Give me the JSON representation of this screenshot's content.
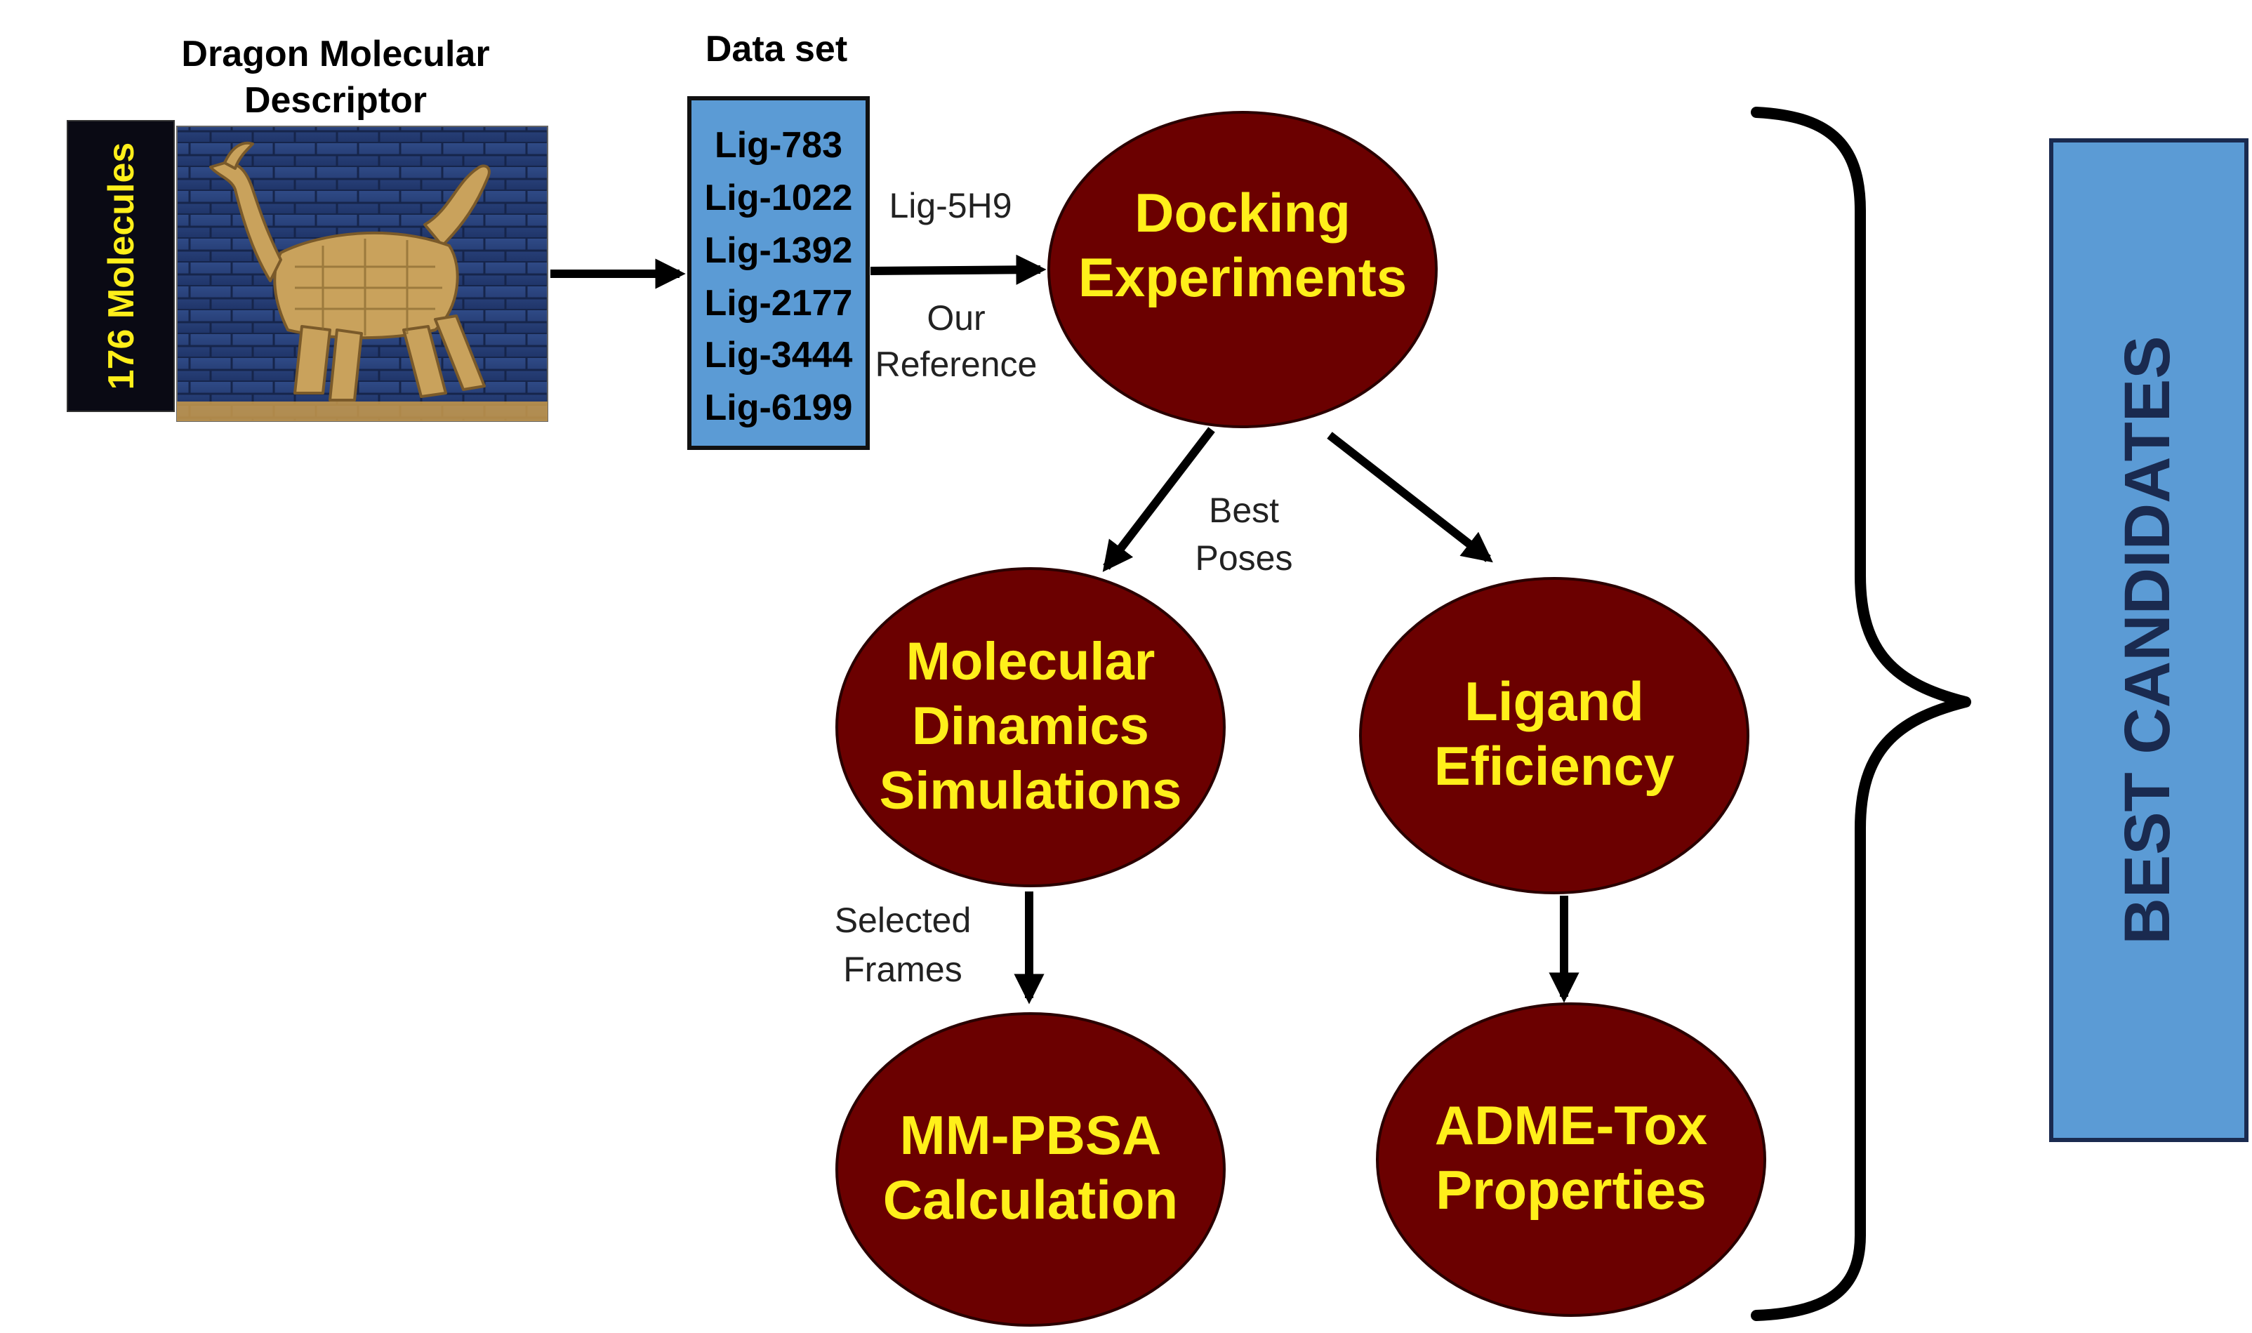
{
  "dragon": {
    "title_line1": "Dragon Molecular",
    "title_line2": "Descriptor",
    "count_label": "176 Molecules",
    "image_label": "dragon-relief-image"
  },
  "dataset": {
    "title": "Data set",
    "ligands": [
      "Lig-783",
      "Lig-1022",
      "Lig-1392",
      "Lig-2177",
      "Lig-3444",
      "Lig-6199"
    ]
  },
  "edges": {
    "reference_top": "Lig-5H9",
    "reference_bottom_line1": "Our",
    "reference_bottom_line2": "Reference",
    "best_poses_line1": "Best",
    "best_poses_line2": "Poses",
    "selected_frames_line1": "Selected",
    "selected_frames_line2": "Frames"
  },
  "nodes": {
    "docking": [
      "Docking",
      "Experiments"
    ],
    "molecular_dynamics": [
      "Molecular",
      "Dinamics",
      "Simulations"
    ],
    "ligand_efficiency": [
      "Ligand",
      "Eficiency"
    ],
    "mmpbsa": [
      "MM-PBSA",
      "Calculation"
    ],
    "admet": [
      "ADME-Tox",
      "Properties"
    ]
  },
  "result": {
    "label": "BEST CANDIDATES"
  },
  "colors": {
    "node_fill": "#6b0000",
    "node_text": "#ffef1a",
    "dataset_fill": "#5b9bd5",
    "result_fill": "#5b9bd5",
    "result_text": "#1a2a4f",
    "ink": "#000000"
  }
}
